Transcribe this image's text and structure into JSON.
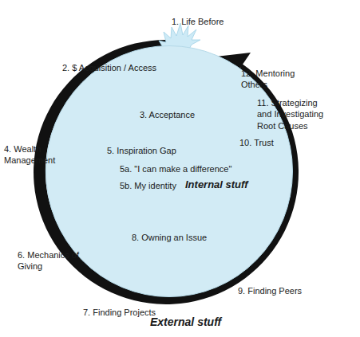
{
  "diagram": {
    "nodes": [
      {
        "text": [
          "3. Acceptance",
          "10. Trust",
          "5. Inspiration Gap",
          "5a. \"I can make a difference\"",
          "5b. My identity",
          "Internal stuff",
          "8. Owning an Issue"
        ]
      }
    ],
    "labels": [
      "1. Life Before",
      "2. $ Acquisition / Access",
      "12. Mentoring Others",
      "11. Strategizing and Investigating Root Causes",
      "4. Wealth Management",
      "6. Mechanics of Giving",
      "7. Finding Projects",
      "9. Finding Peers",
      "External stuff"
    ]
  }
}
